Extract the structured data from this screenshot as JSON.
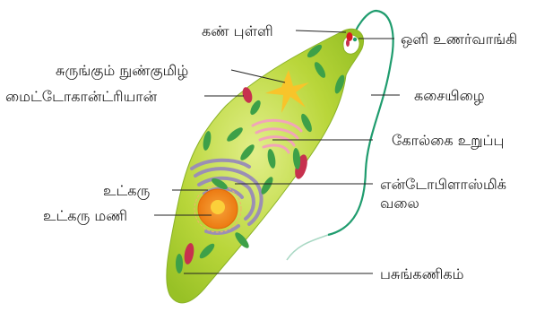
{
  "labels": {
    "eyespot": "கண் புள்ளி",
    "photoreceptor": "ஒளி உணர்வாங்கி",
    "contractile_vacuole": "சுருங்கும் நுண்குமிழ்",
    "flagellum": "கசையிழை",
    "mitochondrion": "மைட்டோகான்ட்ரியான்",
    "golgi": "கோல்கை உறுப்பு",
    "nucleus": "உட்கரு",
    "er_line1": "என்டோபிளாஸ்மிக்",
    "er_line2": "வலை",
    "nucleolus": "உட்கரு மணி",
    "chloroplast": "பசுங்கணிகம்"
  },
  "colors": {
    "cell_body": "#b5d334",
    "cell_highlight": "#d8ea7a",
    "chloroplast": "#3da048",
    "mitochondria": "#c7314e",
    "golgi": "#f1a5b8",
    "er": "#9b8fb4",
    "nucleus": "#f2841d",
    "nucleolus": "#fbd03a",
    "vacuole": "#f8c42a",
    "flagellum": "#1f9c6e",
    "eyespot": "#d8191f"
  }
}
